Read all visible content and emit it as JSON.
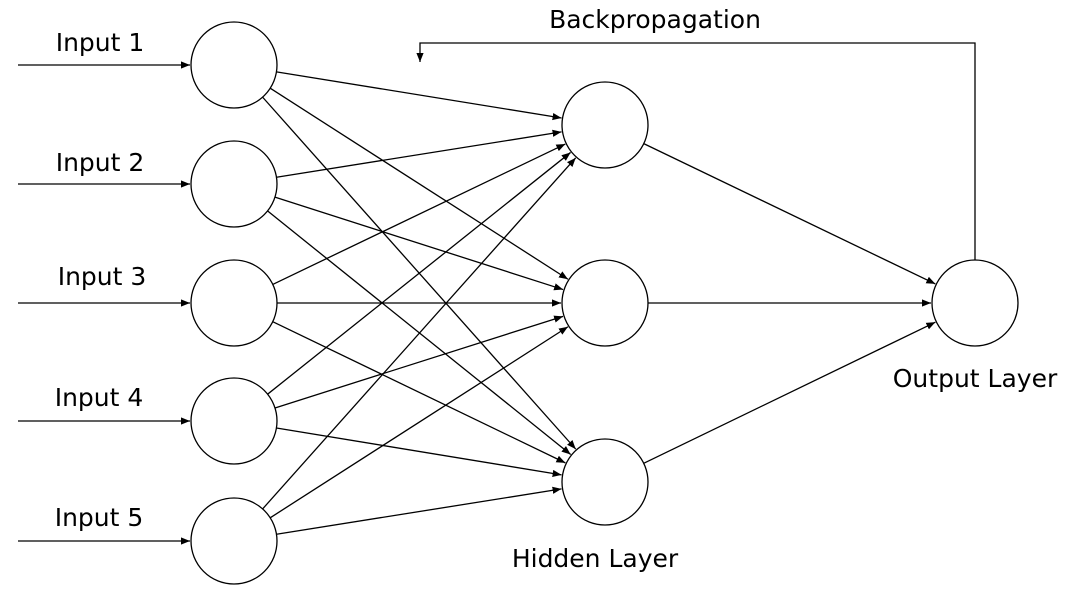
{
  "inputs": [
    {
      "label": "Input 1"
    },
    {
      "label": "Input 2"
    },
    {
      "label": "Input 3"
    },
    {
      "label": "Input 4"
    },
    {
      "label": "Input 5"
    }
  ],
  "hidden_count": 3,
  "output_count": 1,
  "labels": {
    "backpropagation": "Backpropagation",
    "hidden_layer": "Hidden Layer",
    "output_layer": "Output Layer"
  },
  "colors": {
    "stroke": "#000000",
    "node_fill": "#ffffff"
  }
}
